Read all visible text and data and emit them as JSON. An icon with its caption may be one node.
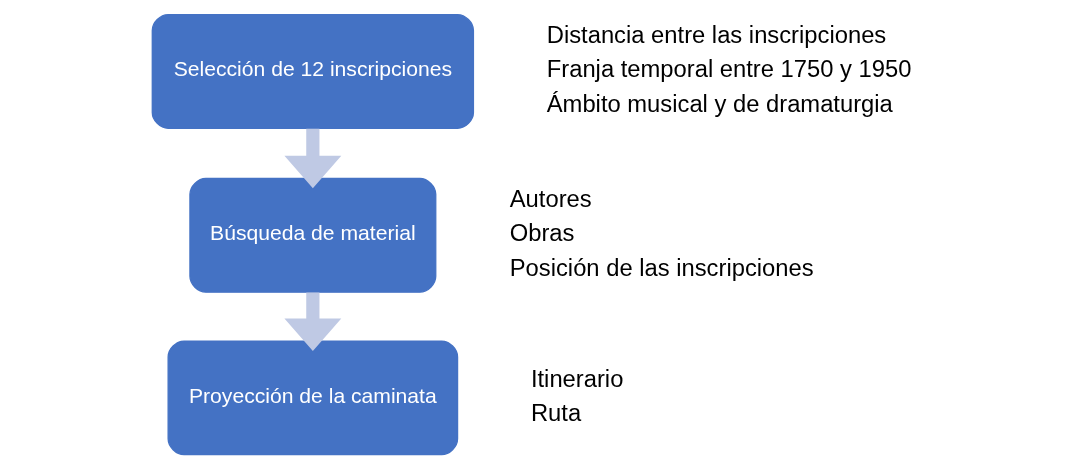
{
  "diagram": {
    "nodes": [
      {
        "text": [
          "Selección de 12 inscripciones"
        ],
        "beside": [
          "Distancia entre las inscripciones",
          "Franja temporal entre 1750 y 1950",
          "Ámbito musical y de dramaturgia"
        ]
      },
      {
        "text": [
          "Búsqueda de material"
        ],
        "beside": [
          "Autores",
          "Obras",
          "Posición de las inscripciones"
        ]
      },
      {
        "text": [
          "Proyección de la caminata"
        ],
        "beside": [
          "Itinerario",
          "Ruta"
        ]
      }
    ],
    "edges": [
      {
        "from": 0,
        "to": 1,
        "arrow": "to"
      },
      {
        "from": 1,
        "to": 2,
        "arrow": "to"
      }
    ]
  }
}
